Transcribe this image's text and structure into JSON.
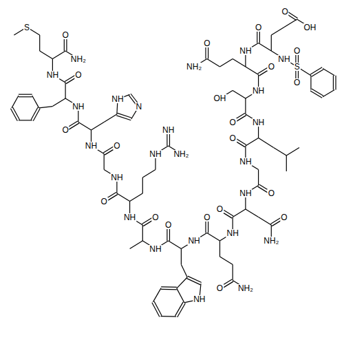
{
  "diagram": {
    "labels": [
      "S",
      "O",
      "NH₂",
      "NH",
      "O",
      "NH",
      "O",
      "N",
      "NH",
      "NH",
      "O",
      "NH",
      "O",
      "NH",
      "NH₂",
      "NH",
      "NH",
      "O",
      "NH",
      "O",
      "NH",
      "NH",
      "O",
      "O",
      "NH₂",
      "NH",
      "O",
      "O",
      "NH₂",
      "NH",
      "O",
      "NH",
      "O",
      "NH",
      "O",
      "OH",
      "NH",
      "O",
      "O",
      "NH₂",
      "NH",
      "O",
      "O",
      "OH",
      "NH",
      "S",
      "O",
      "O"
    ]
  }
}
